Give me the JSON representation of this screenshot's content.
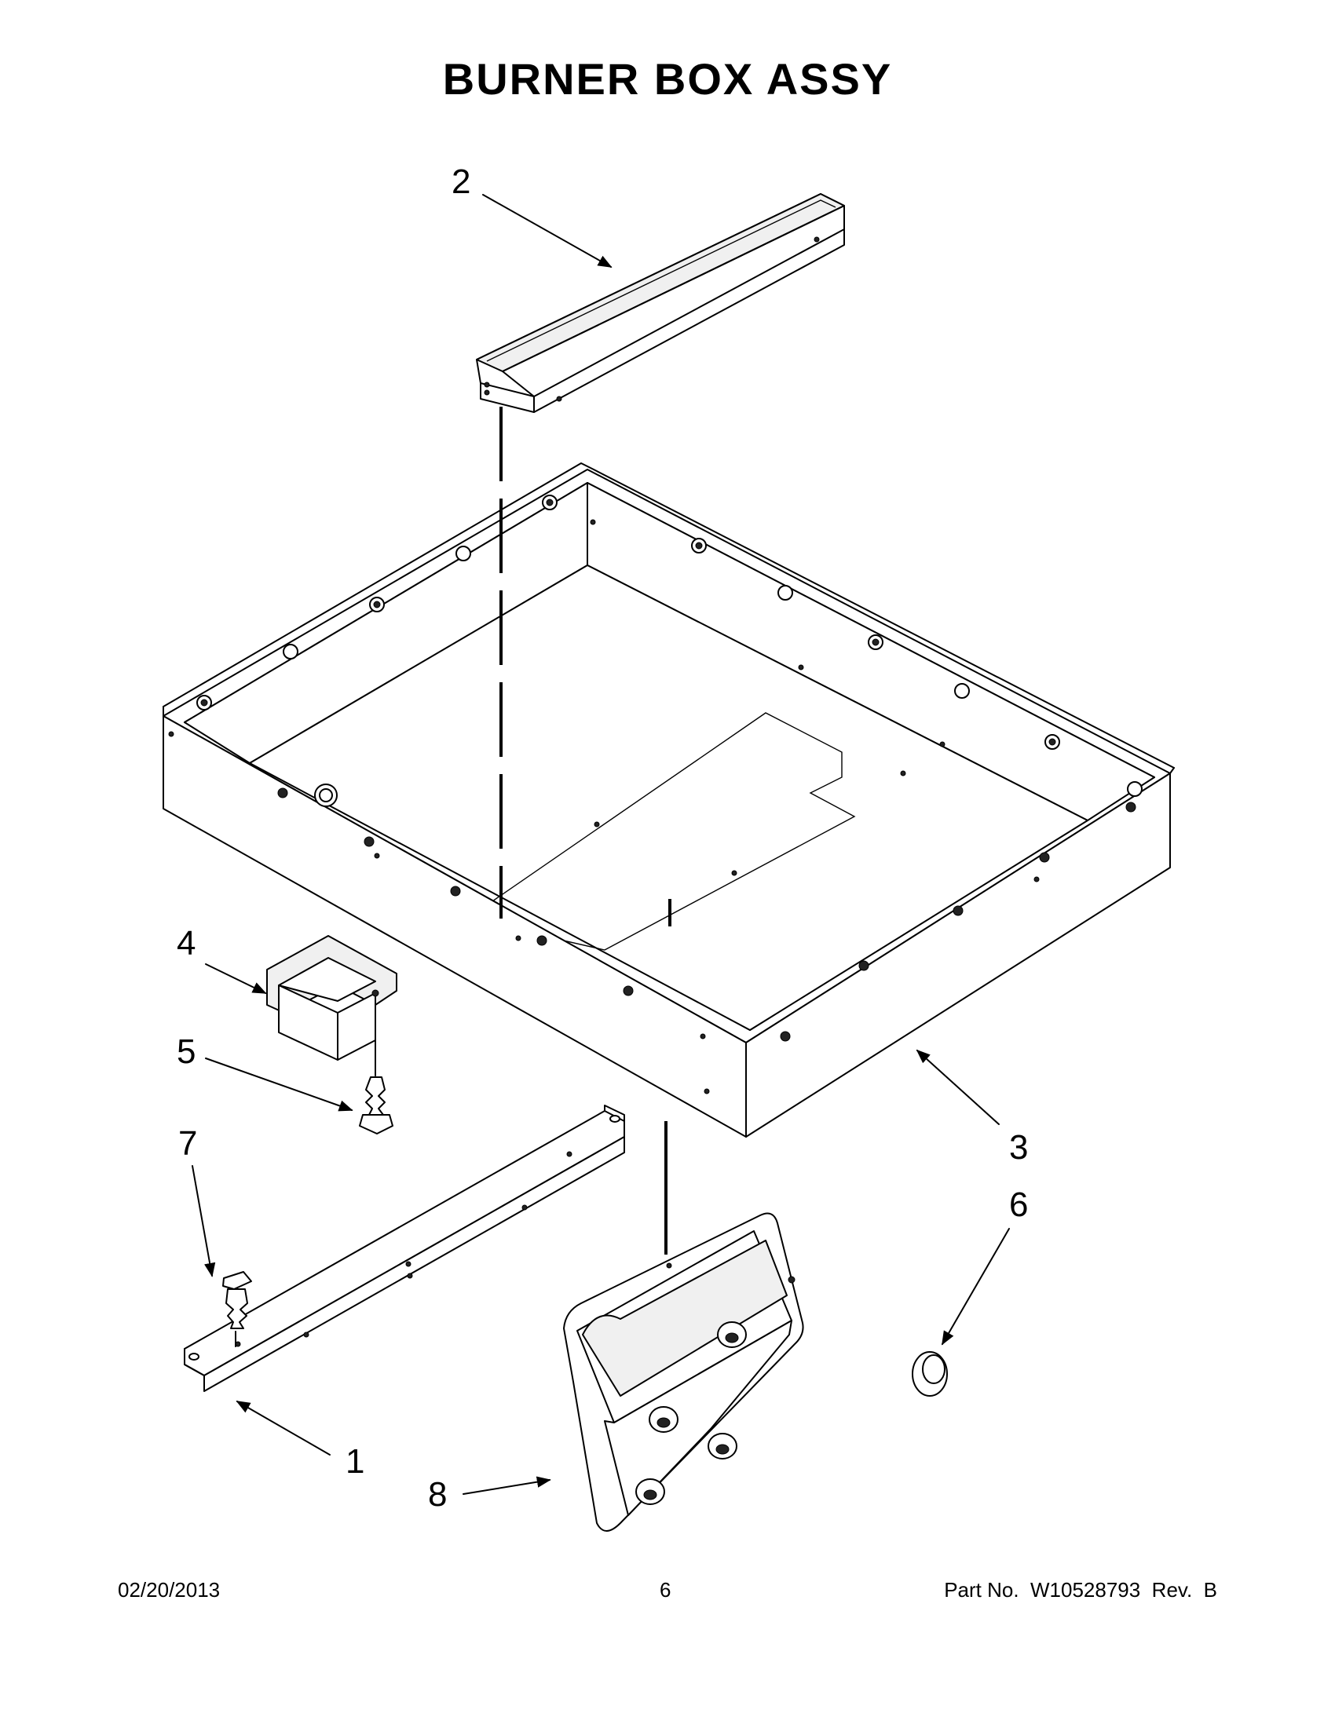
{
  "title": "BURNER BOX ASSY",
  "callouts": {
    "c1": "1",
    "c2": "2",
    "c3": "3",
    "c4": "4",
    "c5": "5",
    "c6": "6",
    "c7": "7",
    "c8": "8"
  },
  "footer": {
    "date": "02/20/2013",
    "page": "6",
    "part": "Part No.  W10528793  Rev.  B"
  }
}
